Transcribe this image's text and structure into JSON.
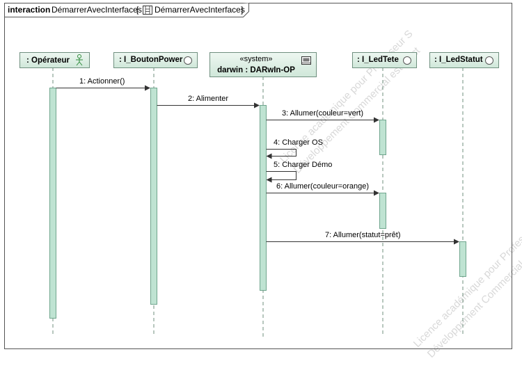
{
  "frame": {
    "keyword": "interaction",
    "name": "DémarrerAvecInterfaces",
    "ref_name": "DémarrerAvecInterfaces"
  },
  "lifelines": [
    {
      "id": "operateur",
      "label": ": Opérateur",
      "icon": "actor-icon"
    },
    {
      "id": "bouton",
      "label": ": I_BoutonPower",
      "icon": "interface-icon"
    },
    {
      "id": "darwin",
      "stereotype": "«system»",
      "label": "darwin : DARwIn-OP",
      "icon": "system-icon"
    },
    {
      "id": "ledtete",
      "label": ": I_LedTete",
      "icon": "interface-icon"
    },
    {
      "id": "ledstatut",
      "label": ": I_LedStatut",
      "icon": "interface-icon"
    }
  ],
  "messages": [
    {
      "label": "1: Actionner()"
    },
    {
      "label": "2: Alimenter"
    },
    {
      "label": "3: Allumer(couleur=vert)"
    },
    {
      "label": "4: Charger OS"
    },
    {
      "label": "5: Charger Démo"
    },
    {
      "label": "6: Allumer(couleur=orange)"
    },
    {
      "label": "7: Allumer(statut=prêt)"
    }
  ],
  "watermark": {
    "line1": "Licence académique pour Professeur S",
    "line2": "Développement Commercial est strict"
  },
  "colors": {
    "header_fill": "#d7ecdf",
    "header_border": "#7a9a88",
    "activation_fill": "#bfe3d2",
    "activation_border": "#6fa58d",
    "line": "#333333",
    "lifeline_dash": "#7a9a88",
    "watermark": "#cccccc"
  }
}
